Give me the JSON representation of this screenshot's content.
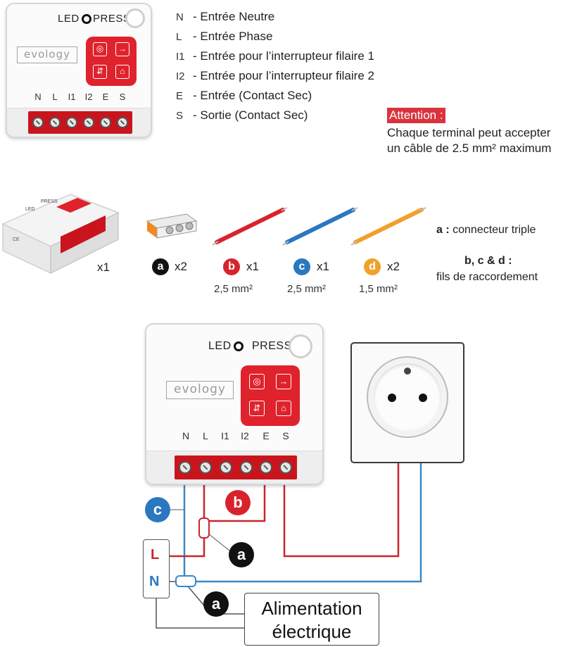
{
  "module": {
    "led_label": "LED",
    "press_label": "PRESS",
    "brand": "evology",
    "terminals": [
      "N",
      "L",
      "I1",
      "I2",
      "E",
      "S"
    ]
  },
  "legend": [
    {
      "key": "N",
      "text": "- Entrée Neutre"
    },
    {
      "key": "L",
      "text": "- Entrée Phase"
    },
    {
      "key": "I1",
      "text": "- Entrée pour l’interrupteur filaire 1"
    },
    {
      "key": "I2",
      "text": "- Entrée pour l’interrupteur filaire 2"
    },
    {
      "key": "E",
      "text": "- Entrée (Contact Sec)"
    },
    {
      "key": "S",
      "text": "- Sortie (Contact Sec)"
    }
  ],
  "attention": {
    "title": "Attention :",
    "body": "Chaque terminal peut accepter un câble de 2.5 mm² maximum"
  },
  "parts": {
    "module_qty": "x1",
    "items": [
      {
        "letter": "a",
        "qty": "x2",
        "gauge": "",
        "color": "#111111"
      },
      {
        "letter": "b",
        "qty": "x1",
        "gauge": "2,5 mm²",
        "color": "#d9232c"
      },
      {
        "letter": "c",
        "qty": "x1",
        "gauge": "2,5 mm²",
        "color": "#2b78bf"
      },
      {
        "letter": "d",
        "qty": "x2",
        "gauge": "1,5 mm²",
        "color": "#f0a12b"
      }
    ],
    "note_a_key": "a :",
    "note_a_text": " connecteur triple",
    "note_bcd_key": "b, c & d :",
    "note_bcd_text": "fils de raccordement"
  },
  "wiring": {
    "badge_c": "c",
    "badge_b": "b",
    "badge_a1": "a",
    "badge_a2": "a",
    "mains_L": "L",
    "mains_N": "N",
    "power_label_line1": "Alimentation",
    "power_label_line2": "électrique",
    "colors": {
      "red_wire": "#c9252e",
      "blue_wire": "#3b88c4",
      "grey_wire": "#555555",
      "brand_red": "#e0222d"
    }
  }
}
